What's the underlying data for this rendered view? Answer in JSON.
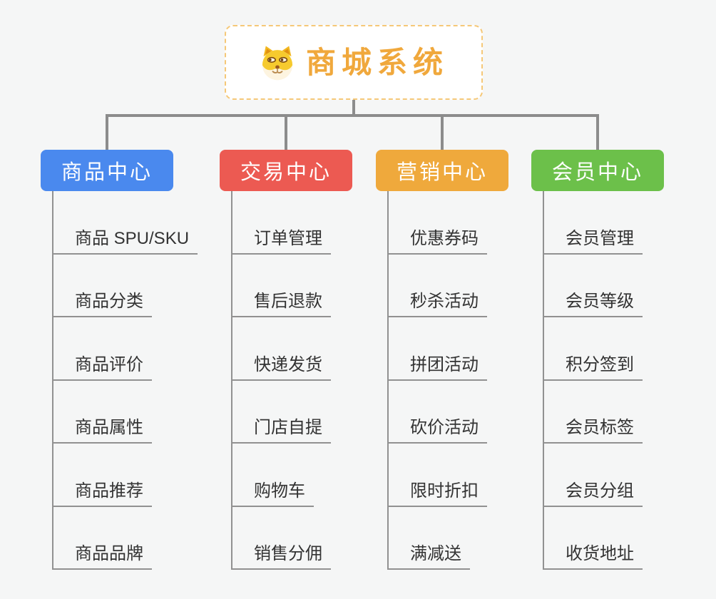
{
  "root": {
    "title": "商城系统",
    "icon": "shiba-doge-icon",
    "border_color": "#f5c878",
    "title_color": "#f0a83c"
  },
  "branches": [
    {
      "label": "商品中心",
      "color": "#4a89ee",
      "children": [
        "商品 SPU/SKU",
        "商品分类",
        "商品评价",
        "商品属性",
        "商品推荐",
        "商品品牌"
      ]
    },
    {
      "label": "交易中心",
      "color": "#ec5a52",
      "children": [
        "订单管理",
        "售后退款",
        "快递发货",
        "门店自提",
        "购物车",
        "销售分佣"
      ]
    },
    {
      "label": "营销中心",
      "color": "#efa93c",
      "children": [
        "优惠券码",
        "秒杀活动",
        "拼团活动",
        "砍价活动",
        "限时折扣",
        "满减送"
      ]
    },
    {
      "label": "会员中心",
      "color": "#6cc04a",
      "children": [
        "会员管理",
        "会员等级",
        "积分签到",
        "会员标签",
        "会员分组",
        "收货地址"
      ]
    }
  ],
  "colors": {
    "background": "#f5f6f6",
    "connector": "#8c8c8c",
    "leaf_text": "#333333",
    "leaf_line": "#919191"
  }
}
